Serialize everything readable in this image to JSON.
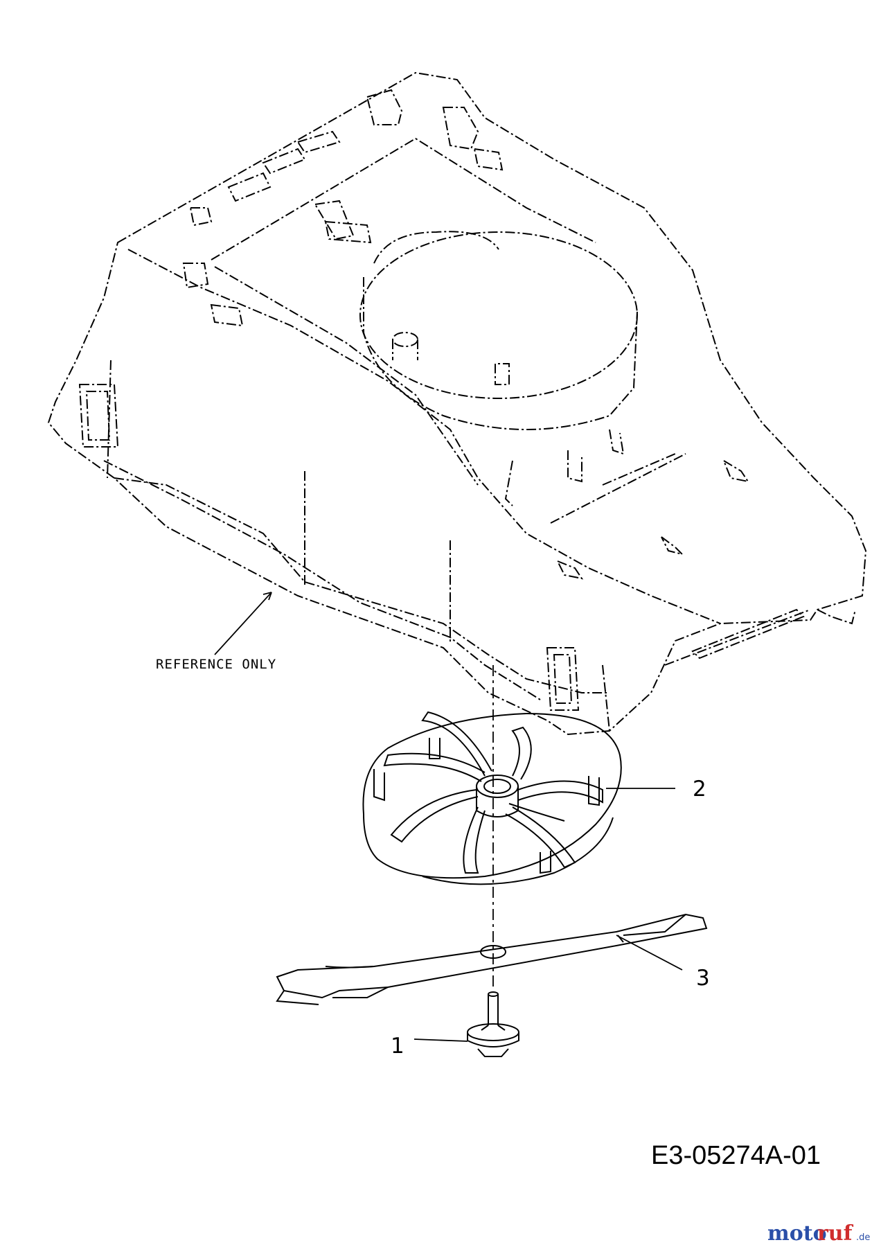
{
  "labels": {
    "reference": "REFERENCE ONLY",
    "callout_1": "1",
    "callout_2": "2",
    "callout_3": "3",
    "drawing_number": "E3-05274A-01"
  },
  "watermark": {
    "part_a": "moto",
    "part_b": "ruf",
    "suffix": ".de"
  },
  "colors": {
    "line": "#000000",
    "watermark_blue": "#2a4fa8",
    "watermark_red": "#d02d2d"
  }
}
